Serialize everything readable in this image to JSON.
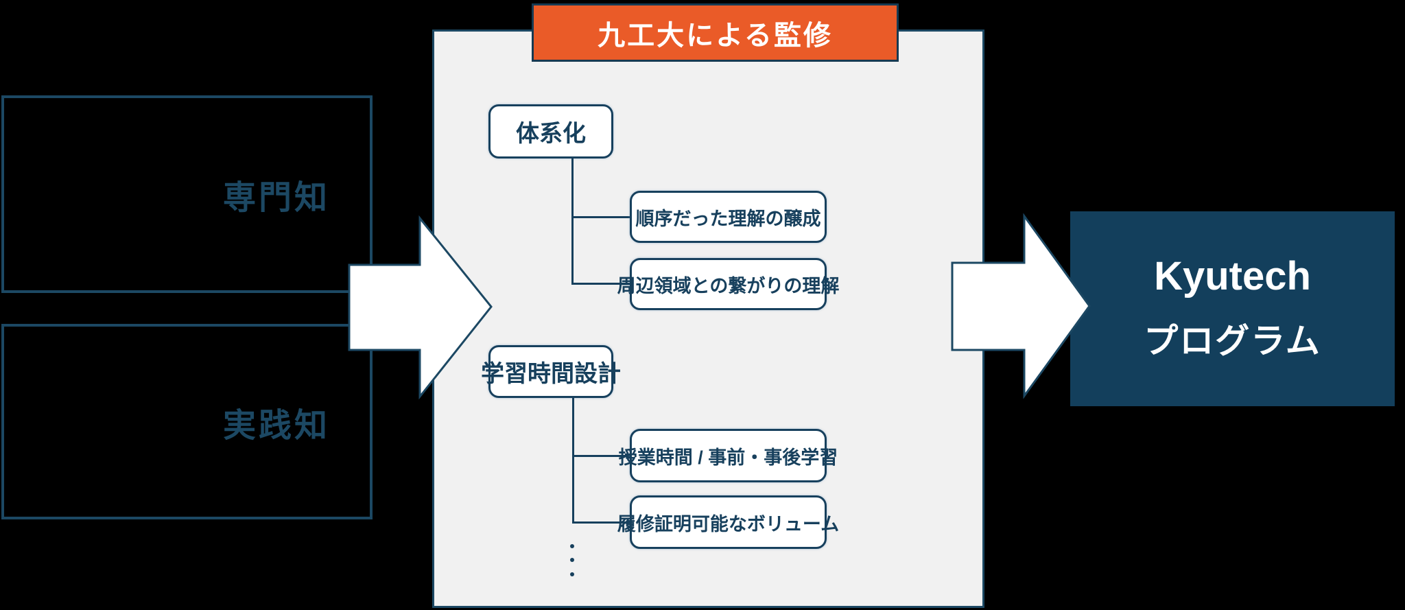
{
  "diagram_title": "",
  "banner": {
    "label": "九工大による監修"
  },
  "left_boxes": [
    {
      "label": "専門知"
    },
    {
      "label": "実践知"
    }
  ],
  "trees": [
    {
      "parent": "体系化",
      "children": [
        "順序だった理解の醸成",
        "周辺領域との繋がりの理解"
      ]
    },
    {
      "parent": "学習時間設計",
      "children": [
        "授業時間 / 事前・事後学習",
        "履修証明可能なボリューム"
      ]
    }
  ],
  "ellipsis": {
    "dot_count": 3
  },
  "result": {
    "line1": "Kyutech",
    "line2": "プログラム"
  },
  "colors": {
    "background": "#000000",
    "panel": "#F1F1F1",
    "accent_orange": "#EA5B28",
    "navy": "#17405D",
    "result_fill": "#133F5C",
    "box_fill": "#FFFFFF"
  }
}
